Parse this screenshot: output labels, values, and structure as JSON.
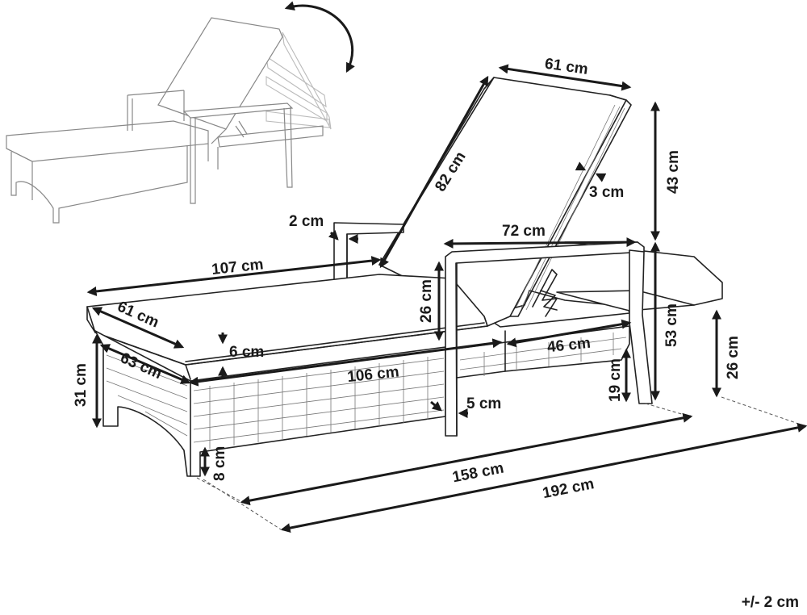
{
  "dimensions": {
    "backrest_width": "61 cm",
    "backrest_length": "82 cm",
    "backrest_thickness": "3 cm",
    "back_height": "43 cm",
    "armrest_thickness": "2 cm",
    "armrest_length": "72 cm",
    "seat_length": "107 cm",
    "armrest_height": "26 cm",
    "seat_width": "61 cm",
    "cushion_thickness": "6 cm",
    "frame_width": "63 cm",
    "frame_length": "106 cm",
    "front_height": "31 cm",
    "leg_height": "8 cm",
    "leg_width": "5 cm",
    "rear_section": "46 cm",
    "rear_leg_height": "19 cm",
    "total_height": "53 cm",
    "lying_height": "26 cm",
    "body_length": "158 cm",
    "total_length": "192 cm"
  },
  "tolerance": "+/- 2 cm"
}
